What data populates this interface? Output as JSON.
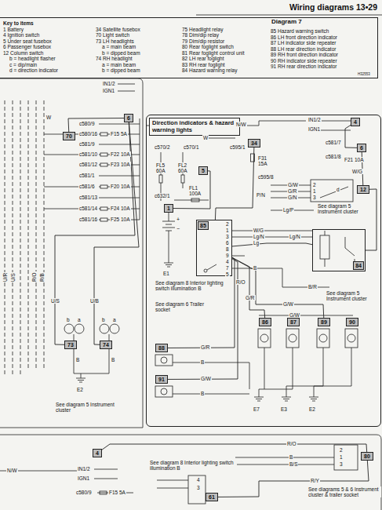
{
  "diagram": {
    "nodes": [
      {
        "text": [
          "Key to items",
          "1 Battery",
          "4 Ignition switch",
          "5 Under seat fusebox",
          "6 Passenger fusebox",
          "12 Column switch",
          "b = headlight flasher",
          "c = dip/main",
          "d = direction indicator",
          "34 Satellite fusebox",
          "70 Light switch",
          "73 LH headlights",
          "a = main beam",
          "b = dipped beam",
          "74 RH headlight",
          "a = main beam",
          "b = dipped beam",
          "75 Headlight relay",
          "78 Dim/dip relay",
          "79 Dim/dip resistor",
          "80 Rear foglight switch",
          "81 Rear foglight control unit",
          "82 LH rear foglight",
          "83 RH rear foglight",
          "84 Hazard warning relay",
          "85 Hazard warning switch",
          "86 LH front direction indicator",
          "87 LH indicator side repeater",
          "88 LH rear direction indicator",
          "89 RH front direction indicator",
          "90 RH indicator side repeater",
          "91 RH rear direction indicator"
        ]
      },
      {
        "text": [
          "70"
        ]
      },
      {
        "text": [
          "6"
        ]
      },
      {
        "text": [
          "73"
        ]
      },
      {
        "text": [
          "74"
        ]
      },
      {
        "text": [
          "Direction indicators & hazard warning lights"
        ]
      },
      {
        "text": [
          "4"
        ],
        "in": 5
      },
      {
        "text": [
          "6"
        ],
        "in": 5
      },
      {
        "text": [
          "34"
        ],
        "in": 5
      },
      {
        "text": [
          "5"
        ],
        "in": 5
      },
      {
        "text": [
          "1"
        ],
        "in": 5
      },
      {
        "text": [
          "85"
        ],
        "in": 5
      },
      {
        "text": [
          "12"
        ],
        "in": 5
      },
      {
        "text": [
          "84"
        ],
        "in": 5
      },
      {
        "text": [
          "86"
        ],
        "in": 5
      },
      {
        "text": [
          "87"
        ],
        "in": 5
      },
      {
        "text": [
          "89"
        ],
        "in": 5
      },
      {
        "text": [
          "90"
        ],
        "in": 5
      },
      {
        "text": [
          "88"
        ],
        "in": 5
      },
      {
        "text": [
          "91"
        ],
        "in": 5
      },
      {
        "text": [
          "4"
        ]
      },
      {
        "text": [
          "80"
        ]
      },
      {
        "text": [
          "61"
        ]
      }
    ],
    "edges": [
      {
        "from": 1,
        "to": 2,
        "arrow": "none"
      },
      {
        "from": 2,
        "to": 3,
        "label": "U/S",
        "arrow": "none"
      },
      {
        "from": 2,
        "to": 4,
        "label": "U/B",
        "arrow": "none"
      },
      {
        "from": 6,
        "to": 7,
        "arrow": "none"
      },
      {
        "from": 7,
        "to": 12,
        "label": "W/G",
        "arrow": "none"
      },
      {
        "from": 8,
        "to": 11,
        "label": "P/N",
        "arrow": "none"
      },
      {
        "from": 12,
        "to": 13,
        "arrow": "none"
      },
      {
        "from": 11,
        "to": 13,
        "label": "Lg",
        "arrow": "none"
      },
      {
        "from": 11,
        "to": 14,
        "label": "G/R",
        "arrow": "none"
      },
      {
        "from": 11,
        "to": 16,
        "label": "G/W",
        "arrow": "none"
      },
      {
        "from": 11,
        "to": 18,
        "label": "G/R",
        "arrow": "none"
      },
      {
        "from": 11,
        "to": 19,
        "label": "G/W",
        "arrow": "none"
      },
      {
        "from": 10,
        "to": 9,
        "arrow": "none"
      },
      {
        "from": 22,
        "to": 21,
        "label": "R/Y",
        "arrow": "none"
      },
      {
        "from": 20,
        "to": 21,
        "label": "R/O",
        "arrow": "none"
      }
    ],
    "labels": [
      "Wiring diagrams 13•29",
      "Diagram 7",
      "H32553",
      "IN1/2",
      "IGN1",
      "W",
      "c580/9",
      "c580/16",
      "F15 5A",
      "c581/9",
      "c581/10",
      "F22 10A",
      "c581/12",
      "F23 10A",
      "c581/1",
      "c581/6",
      "F20 10A",
      "c581/13",
      "c581/14",
      "F24 10A",
      "c581/16",
      "F25 10A",
      "U/R",
      "U/S",
      "R/O",
      "R/B",
      "b",
      "a",
      "b",
      "a",
      "B",
      "B",
      "E2",
      "See diagram 5 Instrument cluster",
      "N/W",
      "IN1/2",
      "IGN1",
      "W",
      "c570/2",
      "c570/1",
      "c595/1",
      "c581/7",
      "c581/8",
      "F21 10A",
      "FL5 60A",
      "FL2 60A",
      "F31 15A",
      "FL1 100A",
      "c595/8",
      "c632/1",
      "+",
      "−",
      "E1",
      "2",
      "1",
      "3",
      "6",
      "8",
      "9",
      "4",
      "7",
      "5",
      "W/G",
      "Lg/N",
      "G/W",
      "G/R",
      "G/N",
      "2",
      "1",
      "3",
      "d",
      "Lg/P",
      "See diagram 5 Instrument cluster",
      "Lg/N",
      "B",
      "R/O",
      "See diagram 8 Interior lighting switch illumination B",
      "B/R",
      "See diagram 5 Instrument cluster",
      "See diagram 6 Trailer socket",
      "G/W",
      "B",
      "B",
      "E7",
      "E3",
      "E2",
      "See diagram 8 Interior lighting switch illumination B",
      "N/W",
      "IN1/2",
      "IGN1",
      "c580/9",
      "F15 5A",
      "B",
      "B/S",
      "2",
      "1",
      "3",
      "4",
      "3",
      "See diagrams 5 & 6 Instrument cluster & trailer socket"
    ]
  }
}
